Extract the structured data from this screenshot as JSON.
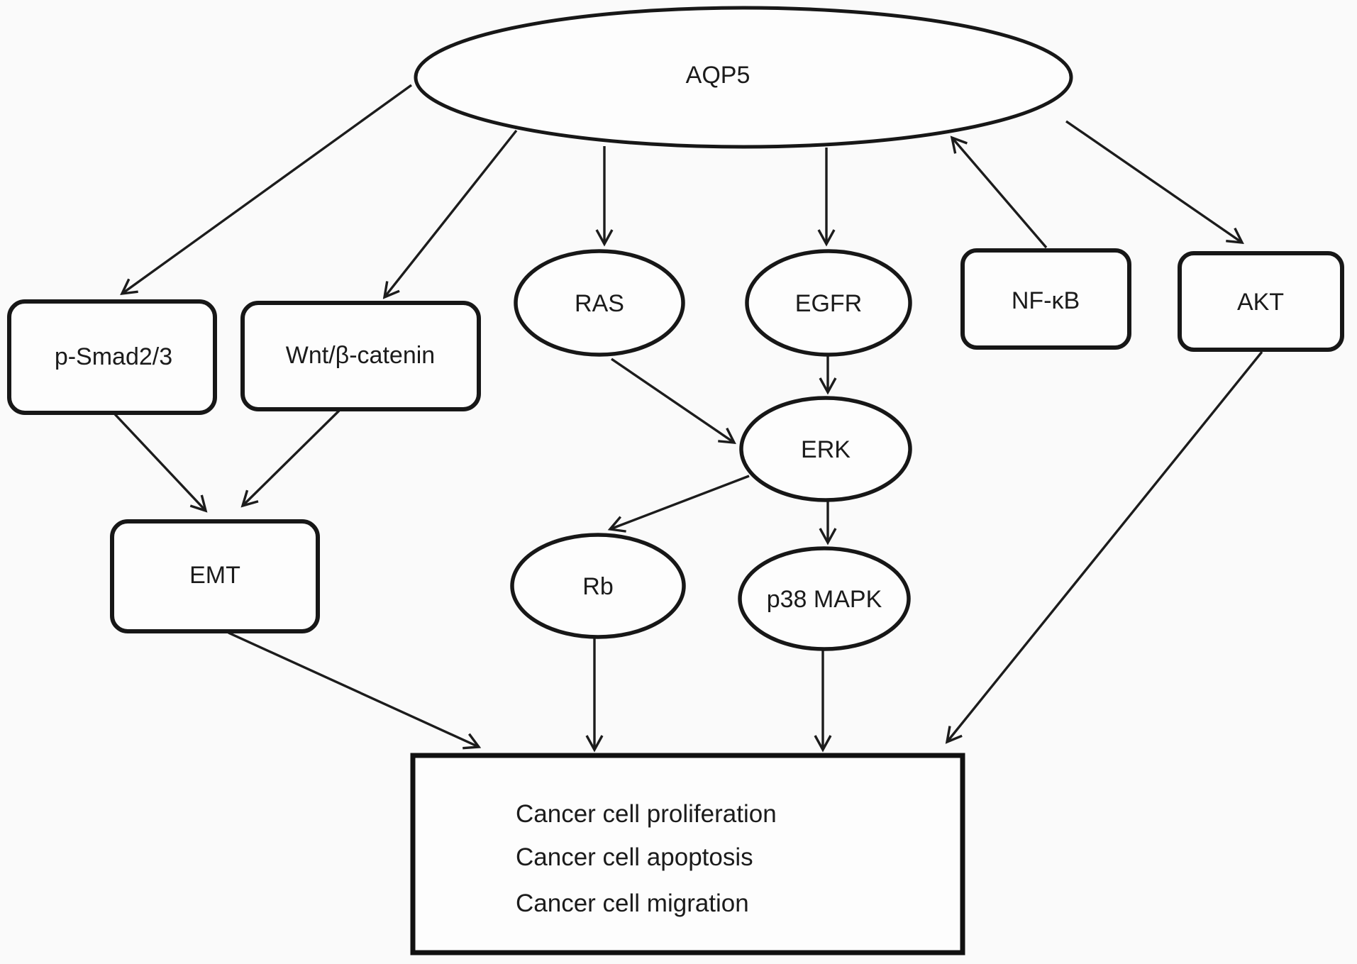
{
  "figure": {
    "title": "AQP5 signaling pathway diagram",
    "colors": {
      "background": "#fafafa",
      "node_fill": "#fdfdfd",
      "line": "#1c1c1c",
      "text": "#1b1b1b"
    },
    "nodes": {
      "aqp5": {
        "label": "AQP5",
        "shape": "ellipse"
      },
      "psmad": {
        "label": "p-Smad2/3",
        "shape": "rounded-rect"
      },
      "wnt": {
        "label": "Wnt/β-catenin",
        "shape": "rounded-rect"
      },
      "ras": {
        "label": "RAS",
        "shape": "ellipse"
      },
      "egfr": {
        "label": "EGFR",
        "shape": "ellipse"
      },
      "nfkb": {
        "label": "NF-κB",
        "shape": "rounded-rect"
      },
      "akt": {
        "label": "AKT",
        "shape": "rounded-rect"
      },
      "erk": {
        "label": "ERK",
        "shape": "ellipse"
      },
      "rb": {
        "label": "Rb",
        "shape": "ellipse"
      },
      "p38": {
        "label": "p38 MAPK",
        "shape": "ellipse"
      },
      "emt": {
        "label": "EMT",
        "shape": "rounded-rect"
      }
    },
    "outcome_box": {
      "lines": [
        "Cancer cell proliferation",
        "Cancer cell apoptosis",
        "Cancer cell migration"
      ]
    },
    "edges": [
      "AQP5 -> p-Smad2/3",
      "AQP5 -> Wnt/β-catenin",
      "AQP5 -> RAS",
      "AQP5 -> EGFR",
      "NF-κB -> AQP5",
      "AQP5 -> AKT",
      "RAS -> ERK",
      "EGFR -> ERK",
      "ERK -> Rb",
      "ERK -> p38 MAPK",
      "p-Smad2/3 -> EMT",
      "Wnt/β-catenin -> EMT",
      "EMT -> outcomes",
      "Rb -> outcomes",
      "p38 MAPK -> outcomes",
      "AKT -> outcomes"
    ]
  }
}
